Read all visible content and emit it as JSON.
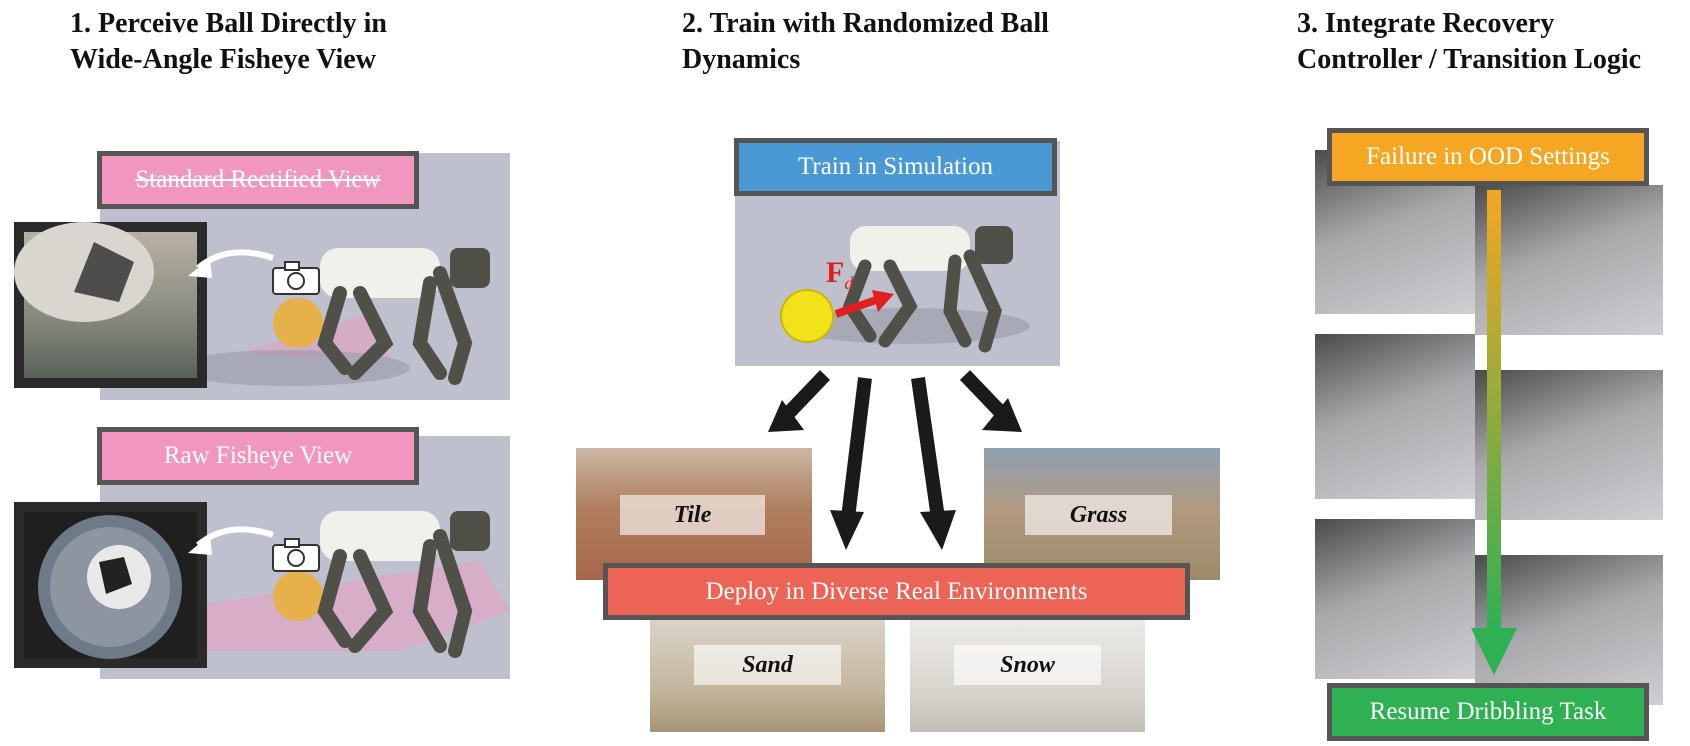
{
  "columns": [
    {
      "title": "1. Perceive Ball Directly in\nWide-Angle Fisheye View"
    },
    {
      "title": "2. Train with Randomized Ball\nDynamics"
    },
    {
      "title": "3. Integrate Recovery\nController / Transition Logic"
    }
  ],
  "perception": {
    "rectified_label": "Standard Rectified View",
    "fisheye_label": "Raw Fisheye View"
  },
  "training": {
    "sim_label": "Train in Simulation",
    "force_symbol": "F",
    "force_subscript": "d",
    "deploy_label": "Deploy in Diverse Real Environments",
    "environments": [
      "Tile",
      "Grass",
      "Sand",
      "Snow"
    ]
  },
  "recovery": {
    "failure_label": "Failure in OOD Settings",
    "resume_label": "Resume Dribbling Task"
  },
  "colors": {
    "pink": "#f197bf",
    "blue": "#4a98d4",
    "red": "#eb6456",
    "orange": "#f5a623",
    "green": "#2fb153"
  }
}
